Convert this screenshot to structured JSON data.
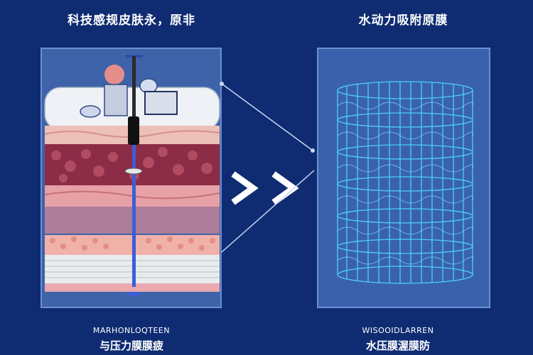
{
  "left": {
    "title": "科技感规皮肤永，原非",
    "caption_en": "MARHONLOQTEEN",
    "caption_cn": "与压力膜膜疲"
  },
  "right": {
    "title": "水动力吸附原膜",
    "caption_en": "WISOOIDLARREN",
    "caption_cn": "水压膜渥膜防"
  },
  "colors": {
    "background": "#0f2c72",
    "panel": "#3e63a8",
    "mesh": "#4fd4ff",
    "tissue_dark": "#8c2c47",
    "tissue_light": "#e7a0a5"
  }
}
